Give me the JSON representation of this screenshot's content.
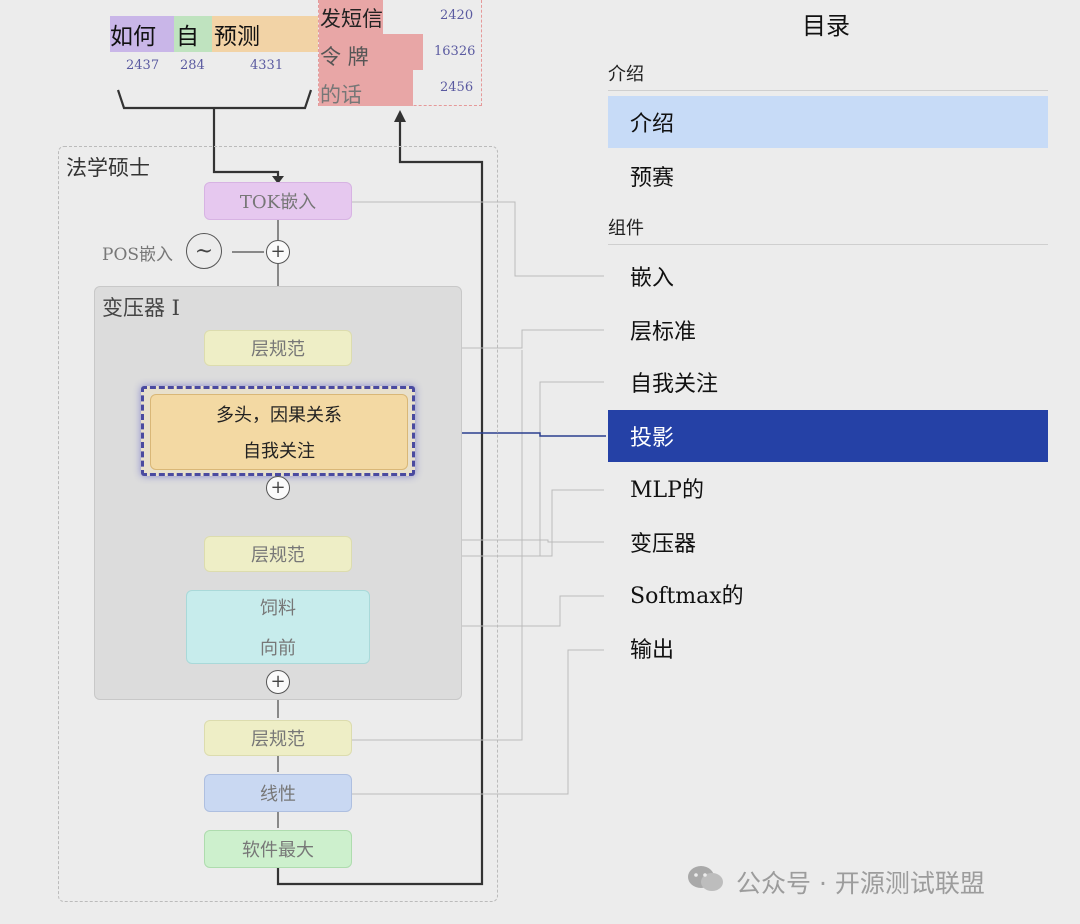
{
  "input_tokens": [
    {
      "text": "如何",
      "id": "2437",
      "color": "#c9b6e8"
    },
    {
      "text": "自",
      "id": "284",
      "color": "#bfe3bf"
    },
    {
      "text": "预测",
      "id": "4331",
      "color": "#f2d3a6"
    }
  ],
  "output_tokens": [
    {
      "text": "发短信",
      "id": "2420"
    },
    {
      "text": "令 牌",
      "id": "16326"
    },
    {
      "text": "的话",
      "id": "2456"
    }
  ],
  "diagram": {
    "llm_label": "法学硕士",
    "tok_embed": "TOK嵌入",
    "pos_embed": "POS嵌入",
    "transformer_label": "变压器 I",
    "layernorm": "层规范",
    "attention_line1": "多头，因果关系",
    "attention_line2": "自我关注",
    "ffn_line1": "饲料",
    "ffn_line2": "向前",
    "linear": "线性",
    "softmax": "软件最大"
  },
  "toc": {
    "title": "目录",
    "sections": [
      {
        "heading": "介绍",
        "items": [
          {
            "label": "介绍",
            "state": "selected-light"
          },
          {
            "label": "预赛",
            "state": "normal"
          }
        ]
      },
      {
        "heading": "组件",
        "items": [
          {
            "label": "嵌入",
            "state": "normal"
          },
          {
            "label": "层标准",
            "state": "normal"
          },
          {
            "label": "自我关注",
            "state": "normal"
          },
          {
            "label": "投影",
            "state": "active"
          },
          {
            "label": "MLP的",
            "state": "normal"
          },
          {
            "label": "变压器",
            "state": "normal"
          },
          {
            "label": "Softmax的",
            "state": "normal"
          },
          {
            "label": "输出",
            "state": "normal"
          }
        ]
      }
    ]
  },
  "watermark": "公众号 · 开源测试联盟",
  "colors": {
    "active_bg": "#2541a6",
    "light_bg": "#c7dbf7",
    "accent_line": "#2b3f8f"
  }
}
